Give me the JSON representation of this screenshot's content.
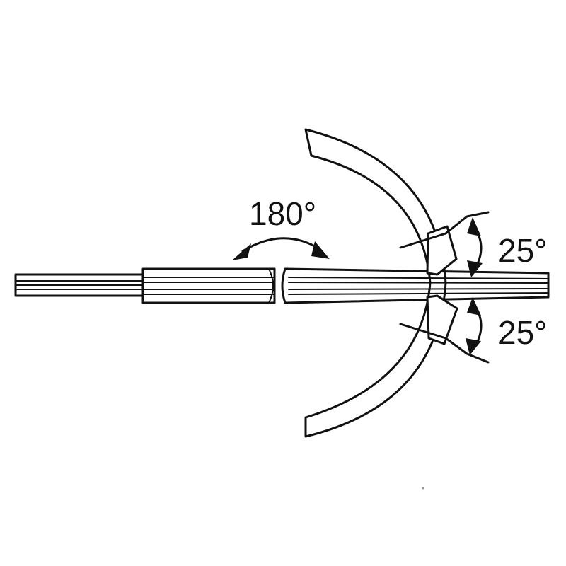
{
  "labels": {
    "rotation": "180°",
    "upper_angle": "25°",
    "lower_angle": "25°"
  },
  "colors": {
    "line": "#111111",
    "background": "#ffffff"
  }
}
